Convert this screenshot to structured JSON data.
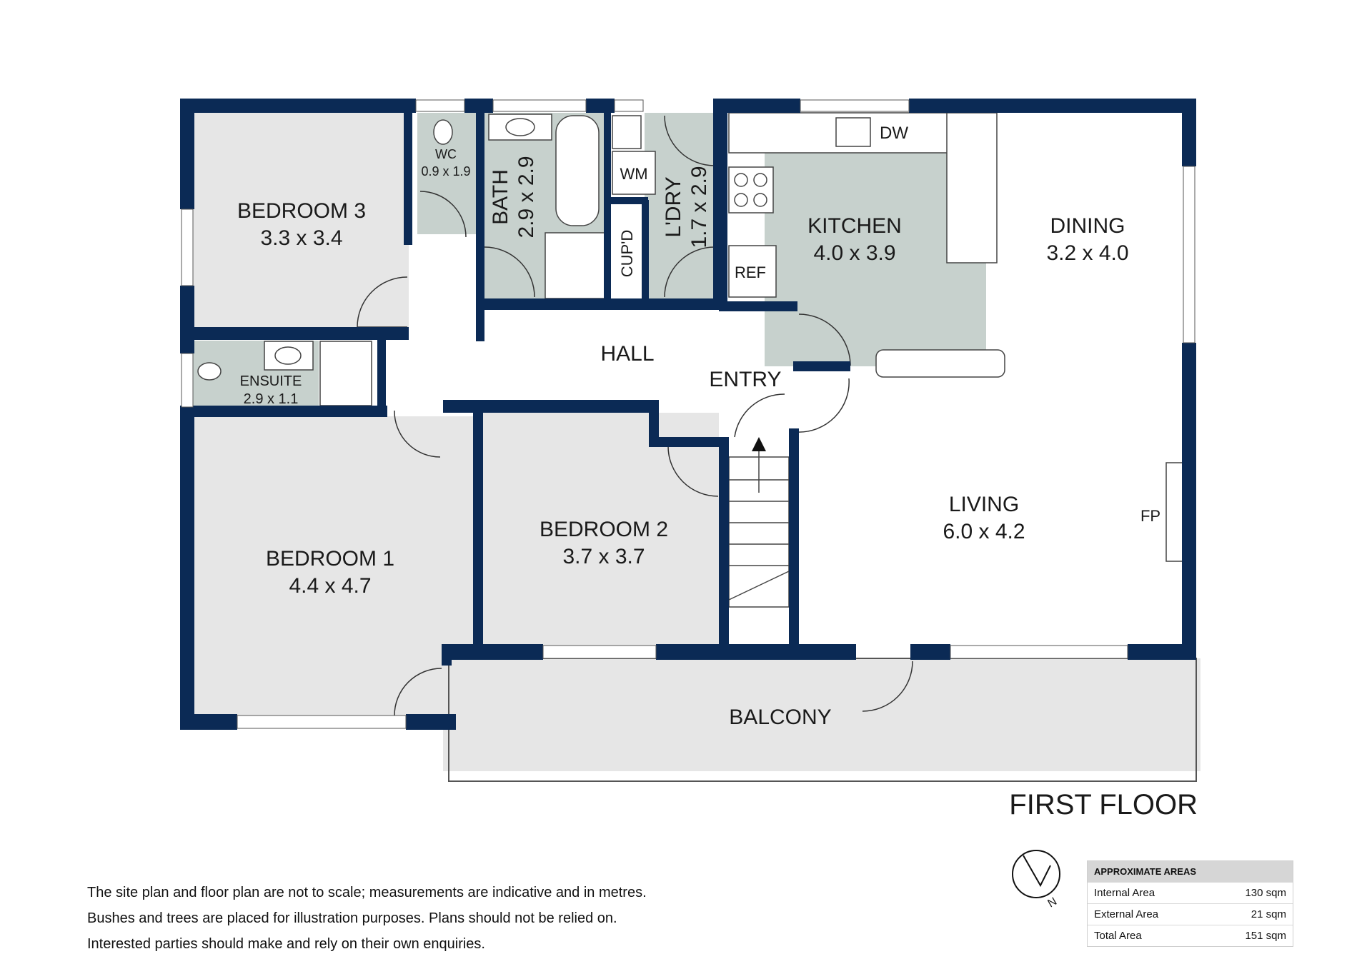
{
  "floor_title": "FIRST FLOOR",
  "rooms": {
    "bedroom3": {
      "name": "BEDROOM 3",
      "dims": "3.3 x 3.4"
    },
    "wc": {
      "name": "WC",
      "dims": "0.9 x 1.9"
    },
    "bath": {
      "name": "BATH",
      "dims": "2.9 x 2.9"
    },
    "laundry": {
      "name": "L'DRY",
      "dims": "1.7 x 2.9"
    },
    "cupd": {
      "name": "CUP'D"
    },
    "wm": {
      "name": "WM"
    },
    "kitchen": {
      "name": "KITCHEN",
      "dims": "4.0 x 3.9"
    },
    "dw": {
      "name": "DW"
    },
    "ref": {
      "name": "REF"
    },
    "dining": {
      "name": "DINING",
      "dims": "3.2 x 4.0"
    },
    "hall": {
      "name": "HALL"
    },
    "entry": {
      "name": "ENTRY"
    },
    "ensuite": {
      "name": "ENSUITE",
      "dims": "2.9 x 1.1"
    },
    "bedroom1": {
      "name": "BEDROOM 1",
      "dims": "4.4 x 4.7"
    },
    "bedroom2": {
      "name": "BEDROOM 2",
      "dims": "3.7 x 3.7"
    },
    "living": {
      "name": "LIVING",
      "dims": "6.0 x 4.2"
    },
    "fp": {
      "name": "FP"
    },
    "balcony": {
      "name": "BALCONY"
    }
  },
  "compass": {
    "label": "N"
  },
  "disclaimer": [
    "The site plan and floor plan are not to scale; measurements are indicative and in metres.",
    "Bushes and trees are placed for illustration purposes. Plans should not be relied on.",
    "Interested parties should make and rely on their own enquiries."
  ],
  "areas": {
    "title": "APPROXIMATE AREAS",
    "rows": [
      {
        "label": "Internal Area",
        "value": "130 sqm"
      },
      {
        "label": "External Area",
        "value": "21 sqm"
      },
      {
        "label": "Total Area",
        "value": "151 sqm"
      }
    ]
  },
  "colors": {
    "wall": "#0b2a55",
    "wet_area": "#c7d1cd",
    "dry_room": "#e6e6e6",
    "balcony": "#e6e6e6"
  }
}
